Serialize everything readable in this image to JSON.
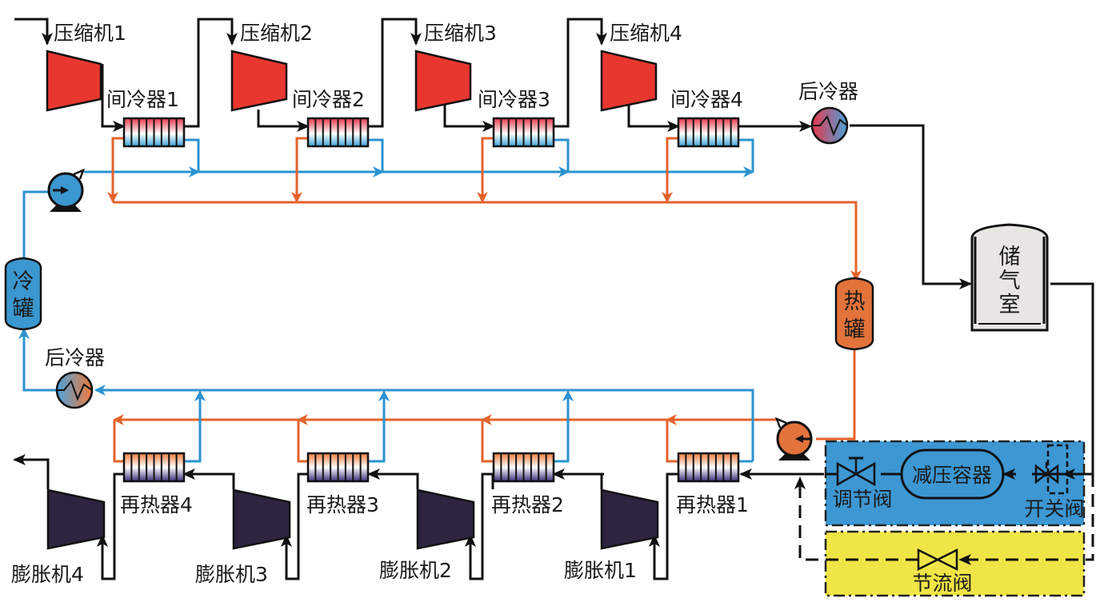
{
  "diagram": {
    "title": "",
    "colors": {
      "air": "#111111",
      "cold_water": "#2b93cf",
      "hot_water": "#e5622b",
      "compressor": "#e8372f",
      "expander": "#2d2440",
      "cold_tank": "#3b97cf",
      "hot_tank": "#e2733a",
      "storage": "#e8e6e3",
      "pressure_zone": "#3c97d3",
      "throttle_zone": "#f2e546"
    },
    "compressors": [
      {
        "label": "压缩机1"
      },
      {
        "label": "压缩机2"
      },
      {
        "label": "压缩机3"
      },
      {
        "label": "压缩机4"
      }
    ],
    "intercoolers": [
      {
        "label": "间冷器1"
      },
      {
        "label": "间冷器2"
      },
      {
        "label": "间冷器3"
      },
      {
        "label": "间冷器4"
      }
    ],
    "aftercooler_top": {
      "label": "后冷器"
    },
    "aftercooler_bottom": {
      "label": "后冷器"
    },
    "storage": {
      "label_chars": [
        "储",
        "气",
        "室"
      ]
    },
    "cold_tank": {
      "label_chars": [
        "冷",
        "罐"
      ]
    },
    "hot_tank": {
      "label_chars": [
        "热",
        "罐"
      ]
    },
    "reheaters": [
      {
        "label": "再热器1"
      },
      {
        "label": "再热器2"
      },
      {
        "label": "再热器3"
      },
      {
        "label": "再热器4"
      }
    ],
    "expanders": [
      {
        "label": "膨胀机1"
      },
      {
        "label": "膨胀机2"
      },
      {
        "label": "膨胀机3"
      },
      {
        "label": "膨胀机4"
      }
    ],
    "pressure_zone": {
      "regulating_valve": "调节阀",
      "decompression_vessel": "减压容器",
      "switch_valve": "开关阀"
    },
    "throttle_zone": {
      "throttle_valve": "节流阀"
    }
  }
}
